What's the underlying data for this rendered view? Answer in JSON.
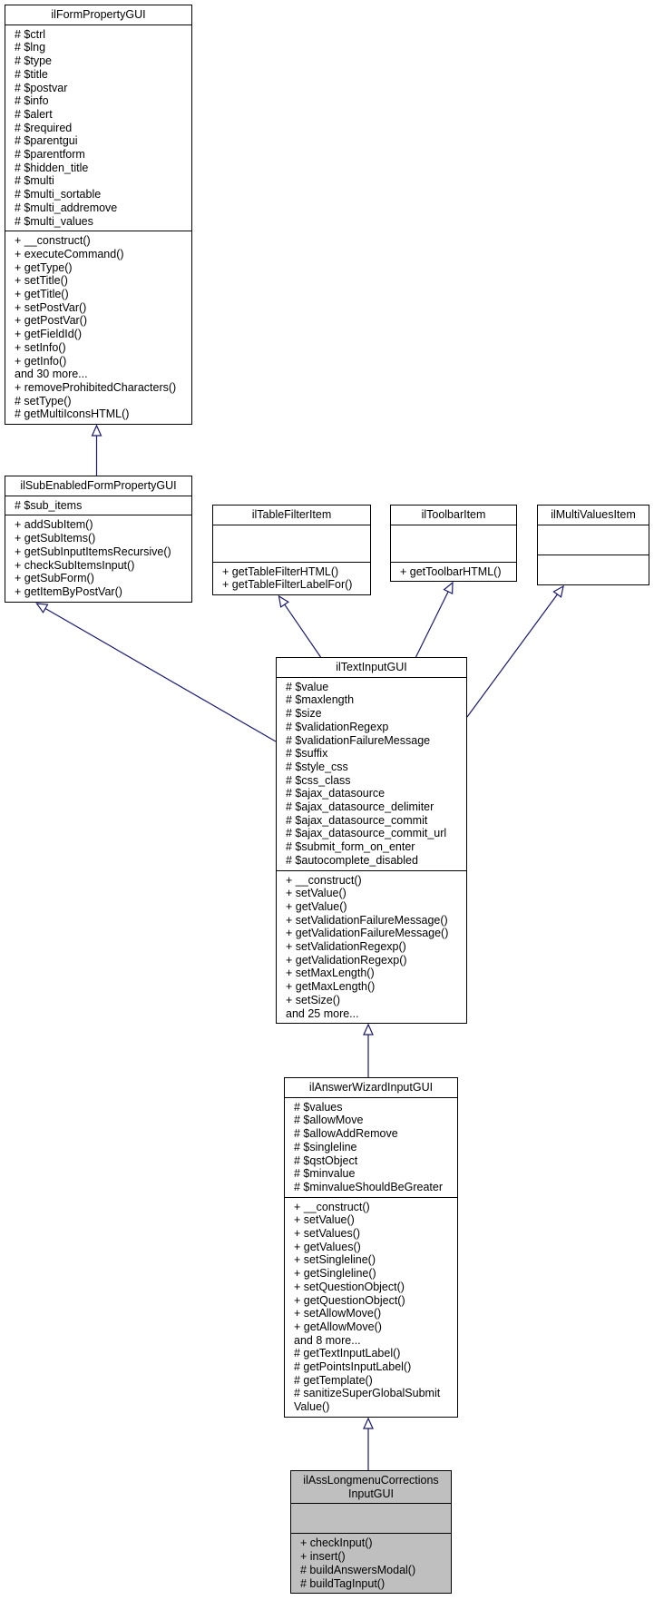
{
  "classes": [
    {
      "id": "ilFormPropertyGUI",
      "title": [
        "ilFormPropertyGUI"
      ],
      "attributes": [
        "# $ctrl",
        "# $lng",
        "# $type",
        "# $title",
        "# $postvar",
        "# $info",
        "# $alert",
        "# $required",
        "# $parentgui",
        "# $parentform",
        "# $hidden_title",
        "# $multi",
        "# $multi_sortable",
        "# $multi_addremove",
        "# $multi_values"
      ],
      "methods": [
        "+ __construct()",
        "+ executeCommand()",
        "+ getType()",
        "+ setTitle()",
        "+ getTitle()",
        "+ setPostVar()",
        "+ getPostVar()",
        "+ getFieldId()",
        "+ setInfo()",
        "+ getInfo()",
        "and 30 more...",
        "+ removeProhibitedCharacters()",
        "# setType()",
        "# getMultiIconsHTML()"
      ]
    },
    {
      "id": "ilSubEnabledFormPropertyGUI",
      "title": [
        "ilSubEnabledFormPropertyGUI"
      ],
      "attributes": [
        "# $sub_items"
      ],
      "methods": [
        "+ addSubItem()",
        "+ getSubItems()",
        "+ getSubInputItemsRecursive()",
        "+ checkSubItemsInput()",
        "+ getSubForm()",
        "+ getItemByPostVar()"
      ]
    },
    {
      "id": "ilTableFilterItem",
      "title": [
        "ilTableFilterItem"
      ],
      "attributes": [],
      "methods": [
        "+ getTableFilterHTML()",
        "+ getTableFilterLabelFor()"
      ]
    },
    {
      "id": "ilToolbarItem",
      "title": [
        "ilToolbarItem"
      ],
      "attributes": [],
      "methods": [
        "+ getToolbarHTML()"
      ]
    },
    {
      "id": "ilMultiValuesItem",
      "title": [
        "ilMultiValuesItem"
      ],
      "attributes": [],
      "methods": []
    },
    {
      "id": "ilTextInputGUI",
      "title": [
        "ilTextInputGUI"
      ],
      "attributes": [
        "# $value",
        "# $maxlength",
        "# $size",
        "# $validationRegexp",
        "# $validationFailureMessage",
        "# $suffix",
        "# $style_css",
        "# $css_class",
        "# $ajax_datasource",
        "# $ajax_datasource_delimiter",
        "# $ajax_datasource_commit",
        "# $ajax_datasource_commit_url",
        "# $submit_form_on_enter",
        "# $autocomplete_disabled"
      ],
      "methods": [
        "+ __construct()",
        "+ setValue()",
        "+ getValue()",
        "+ setValidationFailureMessage()",
        "+ getValidationFailureMessage()",
        "+ setValidationRegexp()",
        "+ getValidationRegexp()",
        "+ setMaxLength()",
        "+ getMaxLength()",
        "+ setSize()",
        "and 25 more..."
      ]
    },
    {
      "id": "ilAnswerWizardInputGUI",
      "title": [
        "ilAnswerWizardInputGUI"
      ],
      "attributes": [
        "# $values",
        "# $allowMove",
        "# $allowAddRemove",
        "# $singleline",
        "# $qstObject",
        "# $minvalue",
        "# $minvalueShouldBeGreater"
      ],
      "methods": [
        "+ __construct()",
        "+ setValue()",
        "+ setValues()",
        "+ getValues()",
        "+ setSingleline()",
        "+ getSingleline()",
        "+ setQuestionObject()",
        "+ getQuestionObject()",
        "+ setAllowMove()",
        "+ getAllowMove()",
        "and 8 more...",
        "# getTextInputLabel()",
        "# getPointsInputLabel()",
        "# getTemplate()",
        "# sanitizeSuperGlobalSubmit",
        "Value()"
      ]
    },
    {
      "id": "ilAssLongmenuCorrectionsInputGUI",
      "title": [
        "ilAssLongmenuCorrections",
        "InputGUI"
      ],
      "attributes": [],
      "methods": [
        "+ checkInput()",
        "+ insert()",
        "# buildAnswersModal()",
        "# buildTagInput()"
      ],
      "focus": true
    }
  ],
  "edges": [
    {
      "from": "ilSubEnabledFormPropertyGUI",
      "to": "ilFormPropertyGUI"
    },
    {
      "from": "ilTextInputGUI",
      "to": "ilSubEnabledFormPropertyGUI"
    },
    {
      "from": "ilTextInputGUI",
      "to": "ilTableFilterItem"
    },
    {
      "from": "ilTextInputGUI",
      "to": "ilToolbarItem"
    },
    {
      "from": "ilTextInputGUI",
      "to": "ilMultiValuesItem"
    },
    {
      "from": "ilAnswerWizardInputGUI",
      "to": "ilTextInputGUI"
    },
    {
      "from": "ilAssLongmenuCorrectionsInputGUI",
      "to": "ilAnswerWizardInputGUI"
    }
  ],
  "colors": {
    "edge": "#191970",
    "focus_fill": "#bfbfbf",
    "border": "#000000"
  }
}
